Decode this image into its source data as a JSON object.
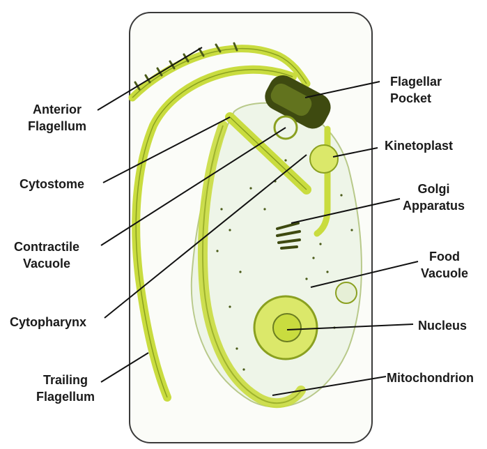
{
  "labels": {
    "anterior_flagellum": [
      "Anterior",
      "Flagellum"
    ],
    "cytostome": "Cytostome",
    "contractile_vacuole": [
      "Contractile",
      "Vacuole"
    ],
    "cytopharynx": "Cytopharynx",
    "trailing_flagellum": [
      "Trailing",
      "Flagellum"
    ],
    "flagellar_pocket": [
      "Flagellar",
      "Pocket"
    ],
    "kinetoplast": "Kinetoplast",
    "golgi_apparatus": [
      "Golgi",
      "Apparatus"
    ],
    "food_vacuole": [
      "Food",
      "Vacuole"
    ],
    "nucleus": "Nucleus",
    "mitochondrion": "Mitochondrion"
  },
  "colors": {
    "frame": "#3a3a3a",
    "cell_fill": "#eef5e8",
    "flagellum": "#c9dc3f",
    "flagellum_dark": "#8aa020",
    "organelle": "#dbe86a",
    "pocket": "#3e4a10",
    "leader_line": "#111111"
  }
}
